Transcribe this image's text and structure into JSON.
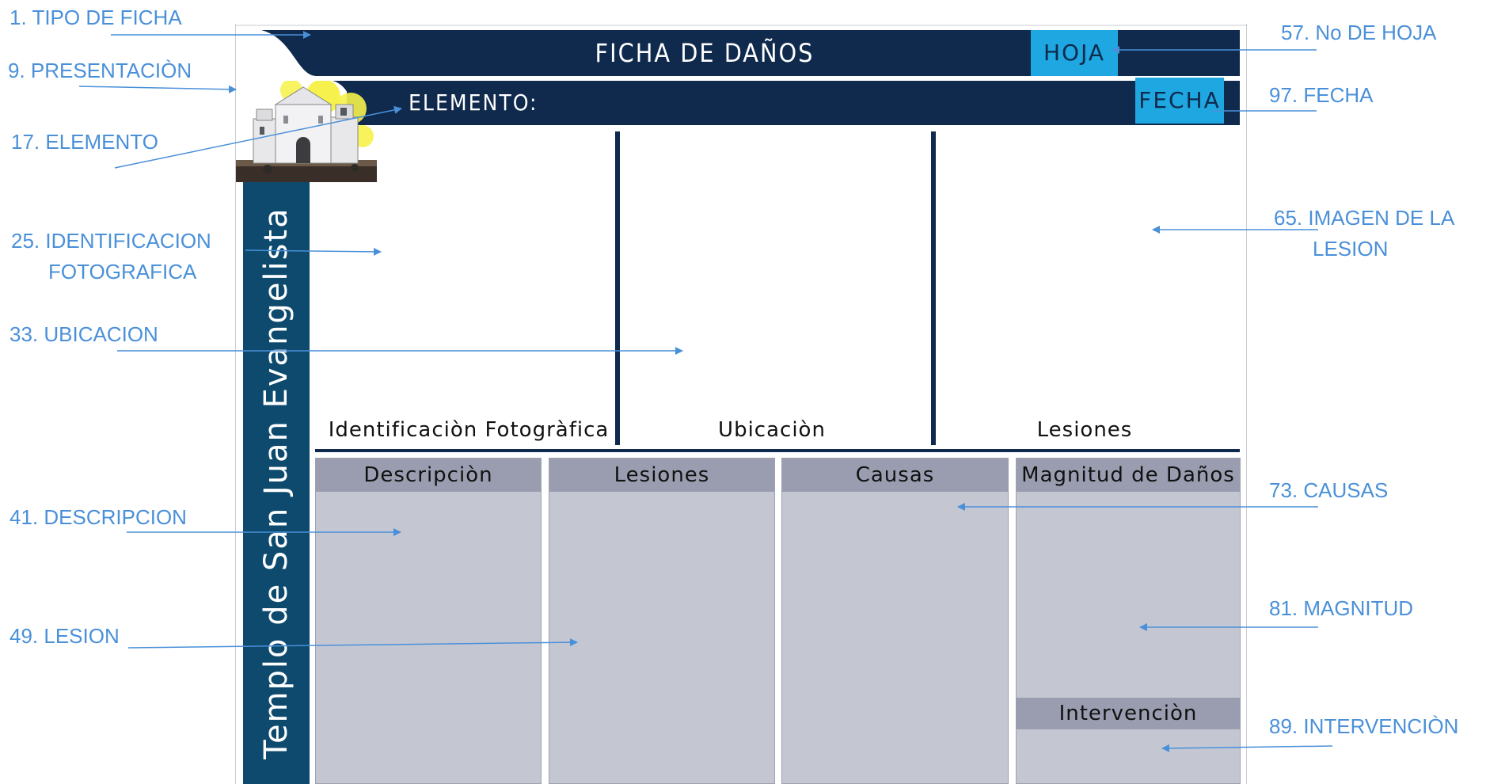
{
  "form": {
    "title": "FICHA DE DAÑOS",
    "hoja": "HOJA",
    "fecha": "FECHA",
    "elemento_label": "ELEMENTO:",
    "side_text": "Templo de San Juan Evangelista",
    "columns": [
      "Identificaciòn Fotogràfica",
      "Ubicaciòn",
      "Lesiones"
    ],
    "panels": [
      "Descripciòn",
      "Lesiones",
      "Causas",
      "Magnitud de Daños"
    ],
    "intervencion": "Intervenciòn"
  },
  "callouts": {
    "tipo_ficha": "1.   TIPO DE FICHA",
    "presentacion": "9.   PRESENTACIÒN",
    "elemento": "17. ELEMENTO",
    "identificacion_1": "25. IDENTIFICACION",
    "identificacion_2": "FOTOGRAFICA",
    "ubicacion": "33. UBICACION",
    "descripcion": "41. DESCRIPCION",
    "lesion": "49. LESION",
    "no_hoja": "57. No DE HOJA",
    "imagen_1": "65. IMAGEN DE LA",
    "imagen_2": "LESION",
    "causas": "73. CAUSAS",
    "magnitud": "81. MAGNITUD",
    "intervencion": "89. INTERVENCIÒN",
    "fecha": "97. FECHA"
  },
  "colors": {
    "navy": "#0f2a4d",
    "cyan": "#1ea7e1",
    "side_bar": "#0d4a6e",
    "panel": "#c4c7d2",
    "panel_head": "#9a9db0",
    "callout": "#4a90d9"
  }
}
